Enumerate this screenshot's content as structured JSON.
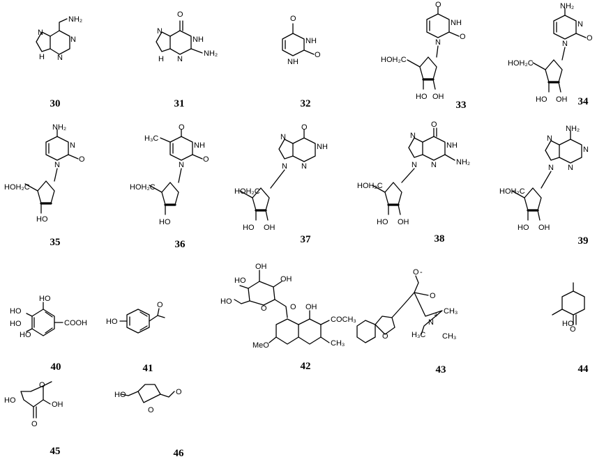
{
  "compounds": [
    {
      "label": "30"
    },
    {
      "label": "31"
    },
    {
      "label": "32"
    },
    {
      "label": "33"
    },
    {
      "label": "34"
    },
    {
      "label": "35"
    },
    {
      "label": "36"
    },
    {
      "label": "37"
    },
    {
      "label": "38"
    },
    {
      "label": "39"
    },
    {
      "label": "40"
    },
    {
      "label": "41"
    },
    {
      "label": "42"
    },
    {
      "label": "43"
    },
    {
      "label": "44"
    },
    {
      "label": "45"
    },
    {
      "label": "46"
    }
  ],
  "atoms": {
    "nh2": "NH₂",
    "nh": "NH",
    "n": "N",
    "h": "H",
    "o": "O",
    "oh": "OH",
    "ho": "HO",
    "hoh2c": "HOH₂C",
    "cooh": "COOH",
    "coch3": "COCH₃",
    "ch3": "CH₃",
    "h3c": "H₃C",
    "meo": "MeO",
    "plus": "+",
    "minus": "-"
  }
}
